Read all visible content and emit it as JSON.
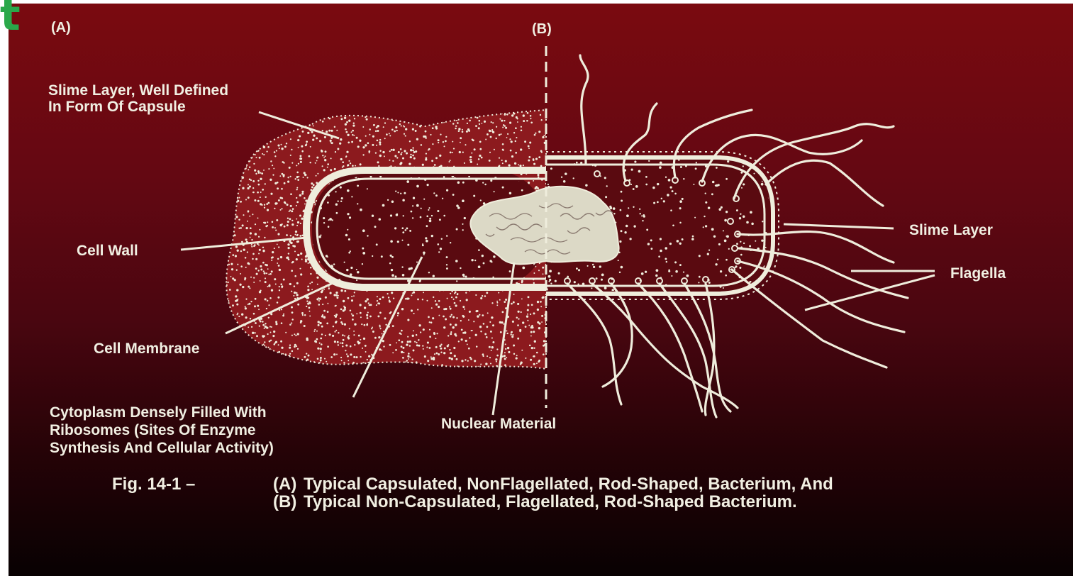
{
  "panels": {
    "a": "(A)",
    "b": "(B)"
  },
  "labels": {
    "slime_capsule_line1": "Slime Layer, Well Defined",
    "slime_capsule_line2": "In Form Of Capsule",
    "cell_wall": "Cell Wall",
    "cell_membrane": "Cell Membrane",
    "cytoplasm_line1": "Cytoplasm Densely Filled With",
    "cytoplasm_line2": "Ribosomes (Sites Of Enzyme",
    "cytoplasm_line3": "Synthesis And Cellular Activity)",
    "nuclear_material": "Nuclear Material",
    "slime_layer": "Slime Layer",
    "flagella": "Flagella"
  },
  "caption": {
    "fig": "Fig. 14-1 –",
    "a_tag": "(A)",
    "a_text": "Typical Capsulated, NonFlagellated, Rod-Shaped, Bacterium, And",
    "b_tag": "(B)",
    "b_text": "Typical Non-Capsulated, Flagellated, Rod-Shaped Bacterium."
  },
  "corner_mark": "t",
  "colors": {
    "background_top": "#7a0a10",
    "background_bottom": "#080102",
    "drawing": "#efeddc",
    "corner_mark": "#2aa84a"
  }
}
